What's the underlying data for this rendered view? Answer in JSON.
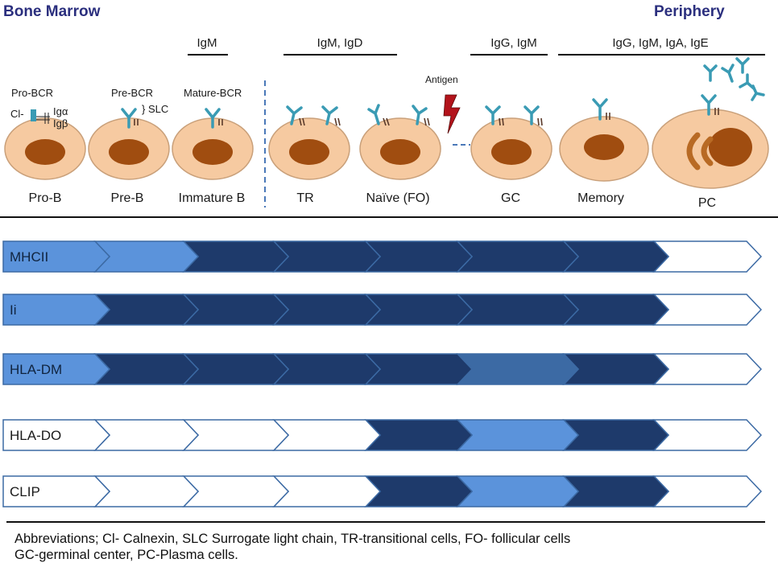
{
  "headers": {
    "bone_marrow": "Bone Marrow",
    "periphery": "Periphery"
  },
  "isotypes": [
    {
      "id": "igm",
      "text": "IgM"
    },
    {
      "id": "igm-igd",
      "text": "IgM, IgD"
    },
    {
      "id": "igg-igm",
      "text": "IgG, IgM"
    },
    {
      "id": "igg-igm-iga-ige",
      "text": "IgG, IgM, IgA, IgE"
    }
  ],
  "annotations": {
    "pro_bcr": "Pro-BCR",
    "cl": "Cl-",
    "ig_alpha": "Igα",
    "ig_beta": "Igβ",
    "pre_bcr": "Pre-BCR",
    "slc": "} SLC",
    "mature_bcr": "Mature-BCR",
    "antigen": "Antigen"
  },
  "cells": [
    {
      "id": "pro-b",
      "label": "Pro-B"
    },
    {
      "id": "pre-b",
      "label": "Pre-B"
    },
    {
      "id": "immature-b",
      "label": "Immature B"
    },
    {
      "id": "tr",
      "label": "TR"
    },
    {
      "id": "naive-fo",
      "label": "Naïve (FO)"
    },
    {
      "id": "gc",
      "label": "GC"
    },
    {
      "id": "memory",
      "label": "Memory"
    },
    {
      "id": "pc",
      "label": "PC"
    }
  ],
  "colors": {
    "dark": "#1e3a6b",
    "medium": "#3c6aa4",
    "light": "#5b93db",
    "none": "#ffffff",
    "outline": "#3c6aa4",
    "cell": "#f6caa1",
    "nucleus": "#a04d10",
    "antibody": "#3a9bb4",
    "header_text": "#2b2f7e"
  },
  "expression_rows": [
    {
      "id": "mhcii",
      "label": "MHCII",
      "levels": [
        "light",
        "light",
        "dark",
        "dark",
        "dark",
        "dark",
        "dark",
        "none"
      ]
    },
    {
      "id": "ii",
      "label": "Ii",
      "levels": [
        "light",
        "dark",
        "dark",
        "dark",
        "dark",
        "dark",
        "dark",
        "none"
      ]
    },
    {
      "id": "hla-dm",
      "label": "HLA-DM",
      "levels": [
        "light",
        "dark",
        "dark",
        "dark",
        "dark",
        "medium",
        "dark",
        "none"
      ]
    },
    {
      "id": "hla-do",
      "label": "HLA-DO",
      "levels": [
        "none",
        "none",
        "none",
        "none",
        "dark",
        "light",
        "dark",
        "none"
      ]
    },
    {
      "id": "clip",
      "label": "CLIP",
      "levels": [
        "none",
        "none",
        "none",
        "none",
        "dark",
        "light",
        "dark",
        "none"
      ]
    }
  ],
  "abbreviations": [
    "Abbreviations; Cl- Calnexin,  SLC Surrogate light chain, TR-transitional cells, FO- follicular cells",
    "GC-germinal center, PC-Plasma cells."
  ]
}
